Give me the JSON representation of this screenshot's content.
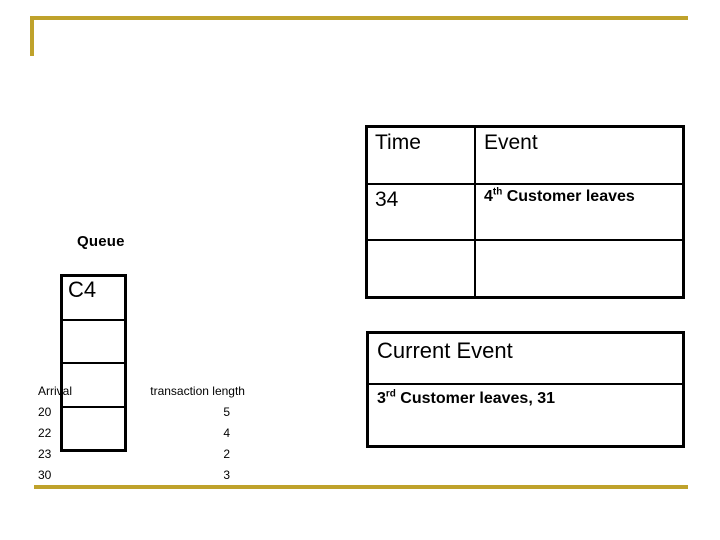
{
  "theme": {
    "accent_gold": "#bfa22b",
    "line_black": "#000000",
    "background": "#ffffff"
  },
  "event_table": {
    "name": "event-schedule-table",
    "headers": {
      "time": "Time",
      "event": "Event"
    },
    "rows": [
      {
        "time": "34",
        "event_number": "4",
        "event_ordinal": "th",
        "event_text": "Customer leaves"
      },
      {
        "time": "",
        "event_number": "",
        "event_ordinal": "",
        "event_text": ""
      }
    ]
  },
  "current_event": {
    "title": "Current Event",
    "value_number": "3",
    "value_ordinal": "rd",
    "value_text": "Customer leaves,  31"
  },
  "queue": {
    "label": "Queue",
    "cells": [
      "C4",
      "",
      "",
      ""
    ]
  },
  "arrival_table": {
    "headers": {
      "arrival": "Arrival",
      "transaction_length": "transaction length"
    },
    "rows": [
      {
        "arrival": "20",
        "length": "5"
      },
      {
        "arrival": "22",
        "length": "4"
      },
      {
        "arrival": "23",
        "length": "2"
      },
      {
        "arrival": "30",
        "length": "3"
      }
    ]
  }
}
